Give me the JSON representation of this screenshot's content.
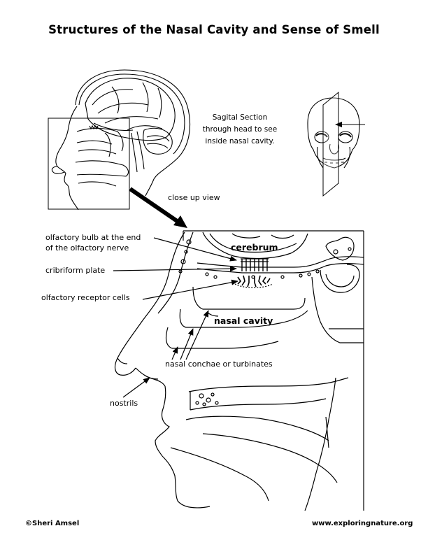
{
  "title": "Structures of the Nasal Cavity and Sense of Smell",
  "caption": {
    "line1": "Sagital Section",
    "line2": "through head to see",
    "line3": "inside nasal cavity."
  },
  "labels": {
    "close_up_view": "close up view",
    "olfactory_bulb_line1": "olfactory bulb at the end",
    "olfactory_bulb_line2": "of the olfactory nerve",
    "cribriform_plate": "cribriform plate",
    "olfactory_receptor_cells": "olfactory receptor cells",
    "cerebrum": "cerebrum",
    "nasal_cavity": "nasal cavity",
    "nasal_conchae": "nasal conchae or turbinates",
    "nostrils": "nostrils"
  },
  "footer": {
    "copyright": "©Sheri Amsel",
    "website": "www.exploringnature.org"
  }
}
